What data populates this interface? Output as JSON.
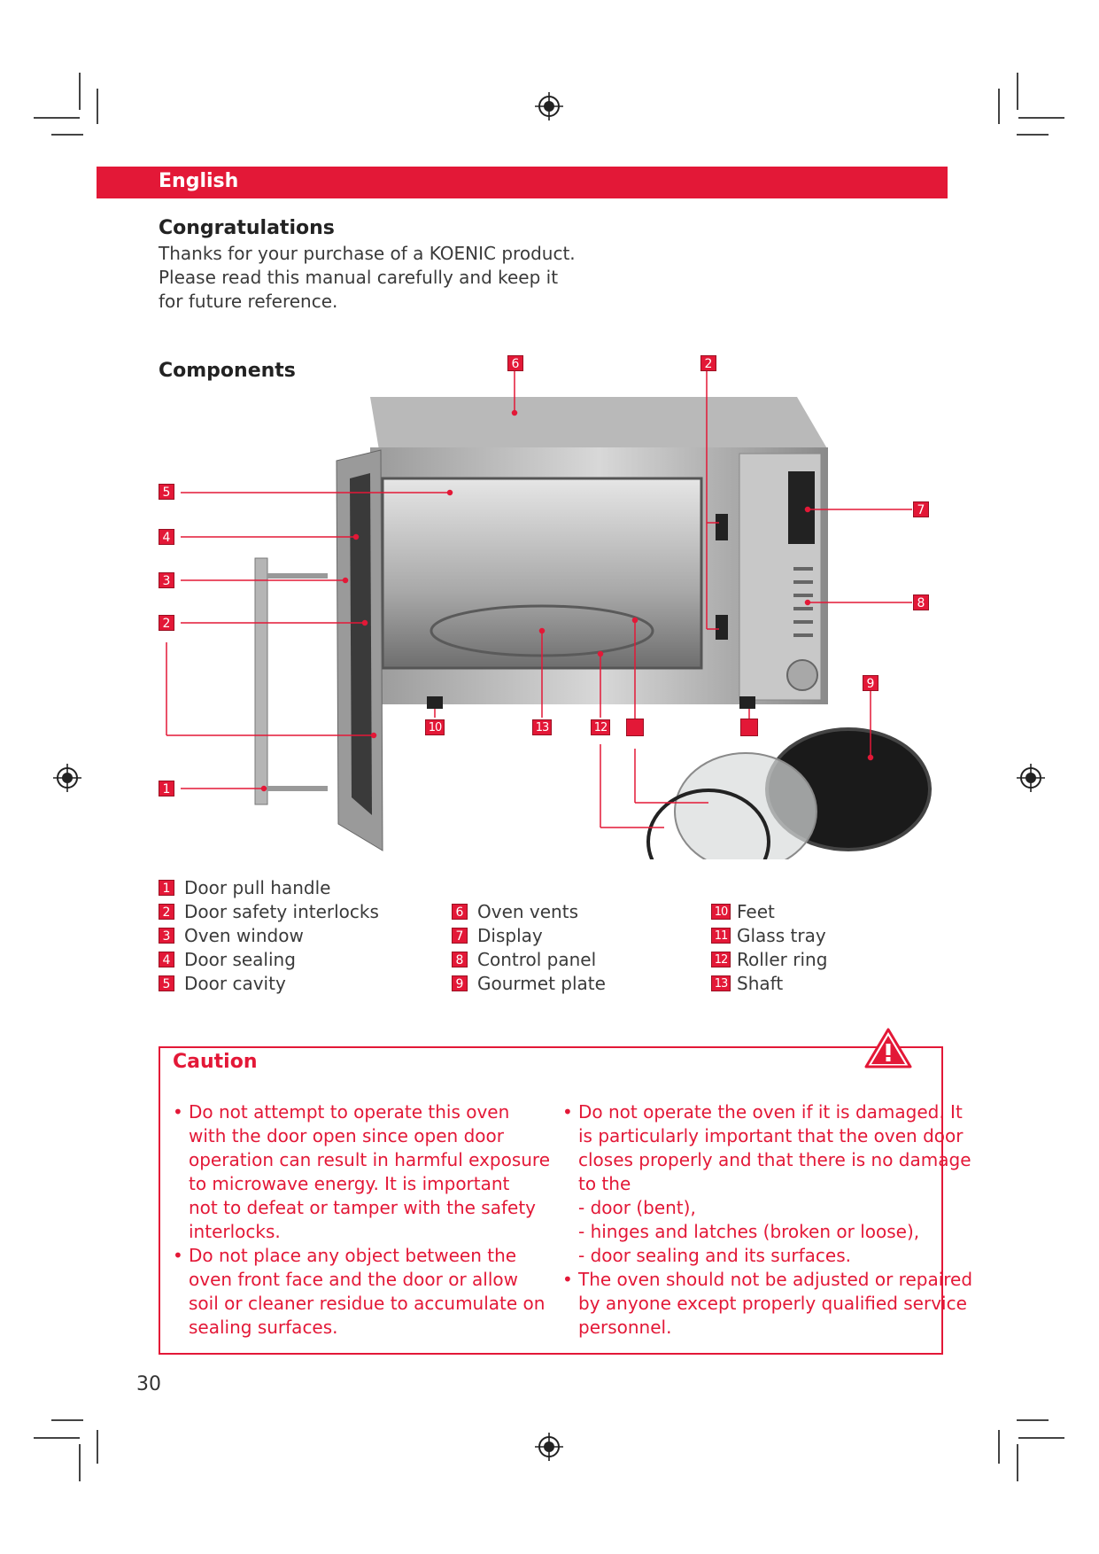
{
  "header": {
    "language": "English"
  },
  "intro": {
    "title": "Congratulations",
    "lines": [
      "Thanks for your purchase of a KOENIC product.",
      "Please read this manual carefully and keep it",
      "for future reference."
    ]
  },
  "components": {
    "title": "Components",
    "callouts": {
      "top_6": "6",
      "top_2": "2",
      "left_5": "5",
      "left_4": "4",
      "left_3": "3",
      "left_2": "2",
      "left_1": "1",
      "right_7": "7",
      "right_8": "8",
      "right_9": "9",
      "bottom_10": "10",
      "bottom_13": "13",
      "bottom_12": "12"
    },
    "legend_col1": [
      {
        "num": "1",
        "label": "Door pull handle"
      },
      {
        "num": "2",
        "label": "Door safety interlocks"
      },
      {
        "num": "3",
        "label": "Oven window"
      },
      {
        "num": "4",
        "label": "Door sealing"
      },
      {
        "num": "5",
        "label": "Door cavity"
      }
    ],
    "legend_col2": [
      {
        "num": "6",
        "label": "Oven vents"
      },
      {
        "num": "7",
        "label": "Display"
      },
      {
        "num": "8",
        "label": "Control panel"
      },
      {
        "num": "9",
        "label": "Gourmet plate"
      }
    ],
    "legend_col3": [
      {
        "num": "10",
        "label": "Feet"
      },
      {
        "num": "11",
        "label": "Glass tray"
      },
      {
        "num": "12",
        "label": "Roller ring"
      },
      {
        "num": "13",
        "label": "Shaft"
      }
    ]
  },
  "caution": {
    "title": "Caution",
    "left": [
      "Do not attempt to operate this oven",
      "with the door open since open door",
      "operation can result in harmful exposure",
      "to microwave energy. It is important",
      "not to defeat or tamper with the safety",
      "interlocks.",
      "Do not place any object between the",
      "oven front face and the door or allow",
      "soil or cleaner residue to accumulate on",
      "sealing surfaces."
    ],
    "right": [
      "Do not operate the oven if it is damaged. It",
      "is particularly important that the oven door",
      "closes properly and that there is no damage",
      "to the",
      "- door (bent),",
      "- hinges and latches (broken or loose),",
      "- door sealing and its surfaces.",
      "The oven should not be adjusted or repaired",
      "by anyone except properly qualified service",
      "personnel."
    ]
  },
  "page_number": "30",
  "colors": {
    "accent": "#e31837",
    "text": "#3a3a3a"
  }
}
